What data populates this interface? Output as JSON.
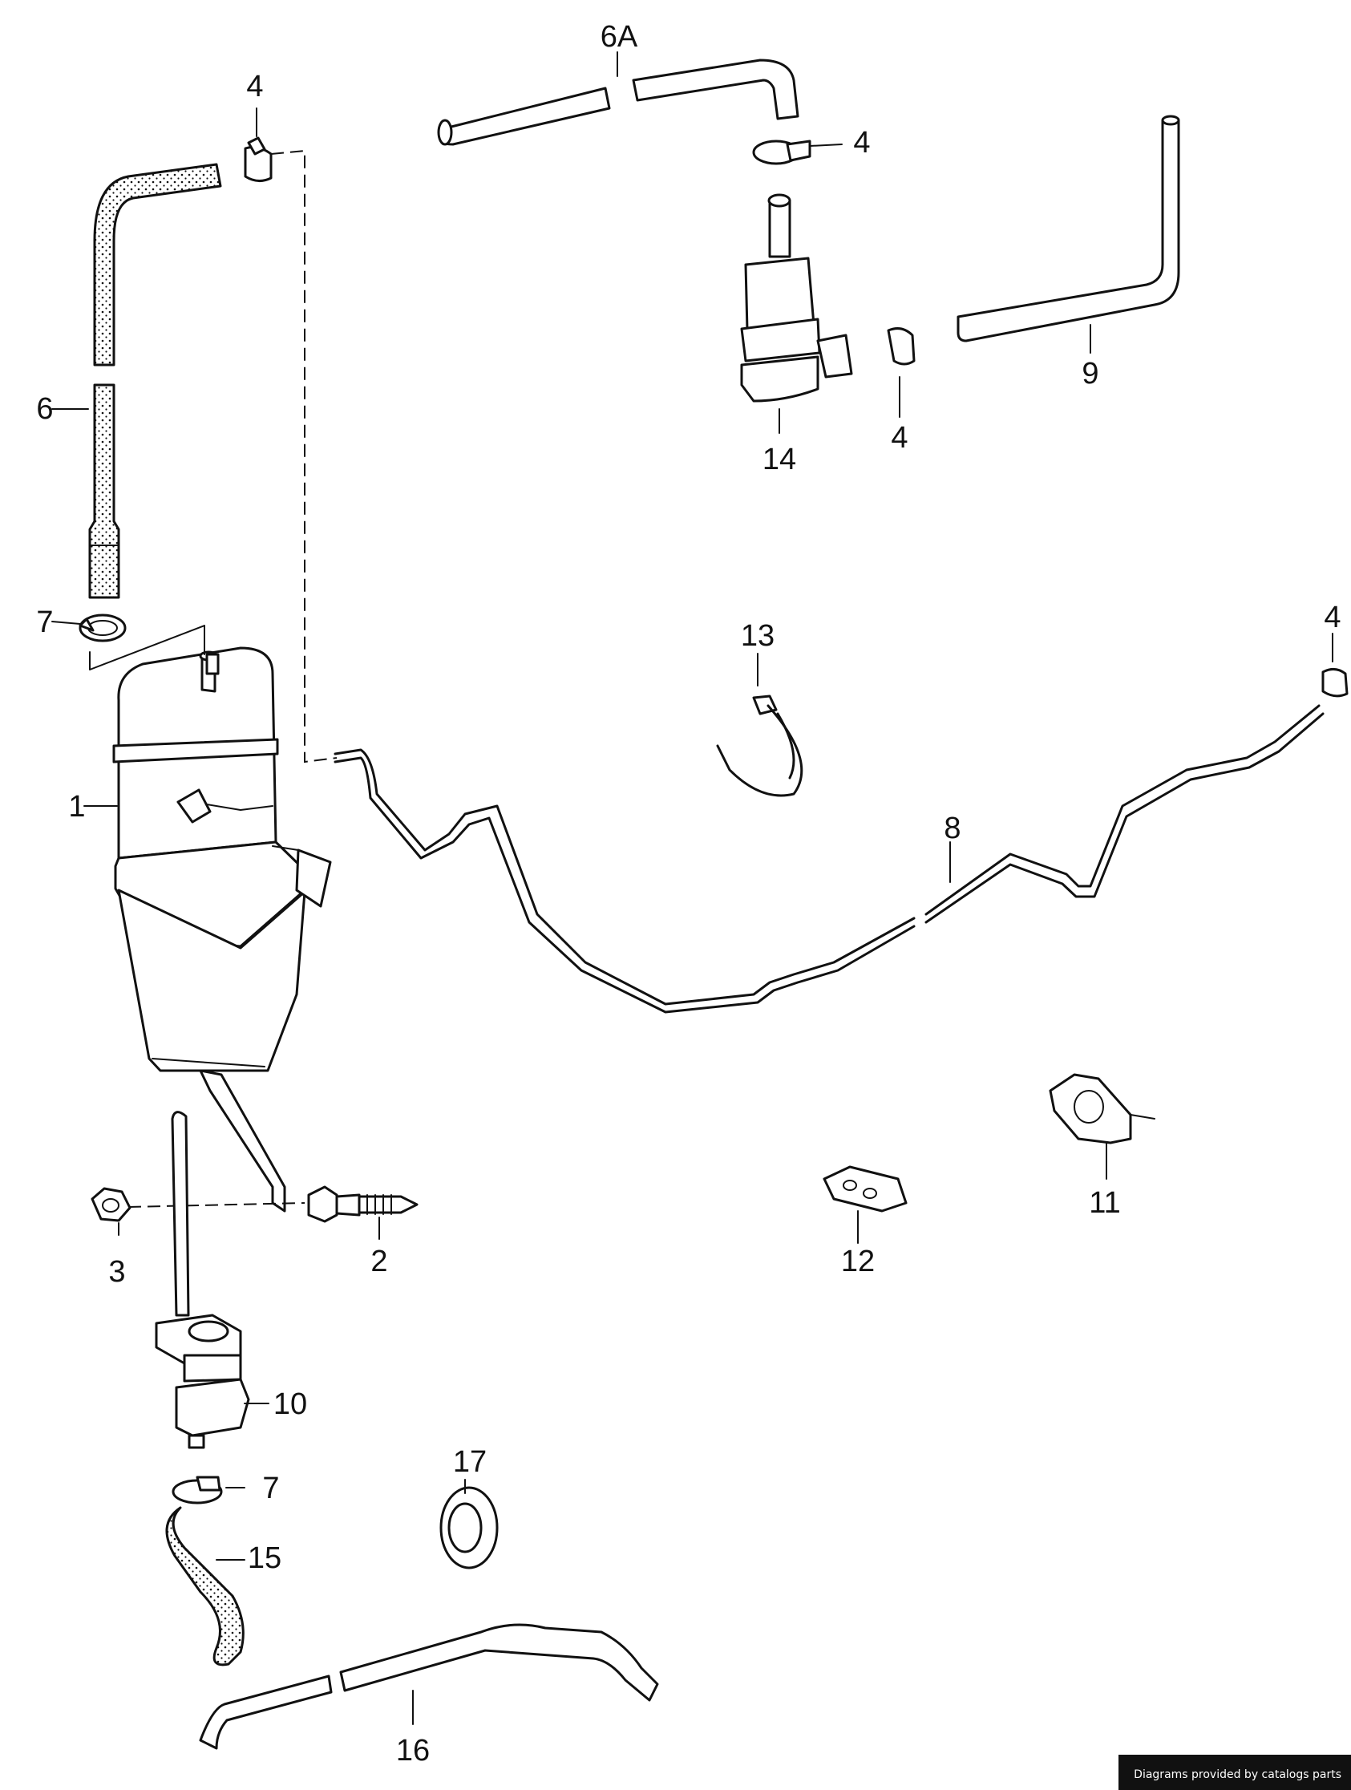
{
  "credit": "Diagrams provided by catalogs parts",
  "callouts": [
    {
      "id": "1",
      "label": "1"
    },
    {
      "id": "2",
      "label": "2"
    },
    {
      "id": "3",
      "label": "3"
    },
    {
      "id": "4a",
      "label": "4"
    },
    {
      "id": "4b",
      "label": "4"
    },
    {
      "id": "4c",
      "label": "4"
    },
    {
      "id": "4d",
      "label": "4"
    },
    {
      "id": "6",
      "label": "6"
    },
    {
      "id": "6A",
      "label": "6A"
    },
    {
      "id": "7a",
      "label": "7"
    },
    {
      "id": "7b",
      "label": "7"
    },
    {
      "id": "8",
      "label": "8"
    },
    {
      "id": "9",
      "label": "9"
    },
    {
      "id": "10",
      "label": "10"
    },
    {
      "id": "11",
      "label": "11"
    },
    {
      "id": "12",
      "label": "12"
    },
    {
      "id": "13",
      "label": "13"
    },
    {
      "id": "14",
      "label": "14"
    },
    {
      "id": "15",
      "label": "15"
    },
    {
      "id": "16",
      "label": "16"
    },
    {
      "id": "17",
      "label": "17"
    }
  ]
}
